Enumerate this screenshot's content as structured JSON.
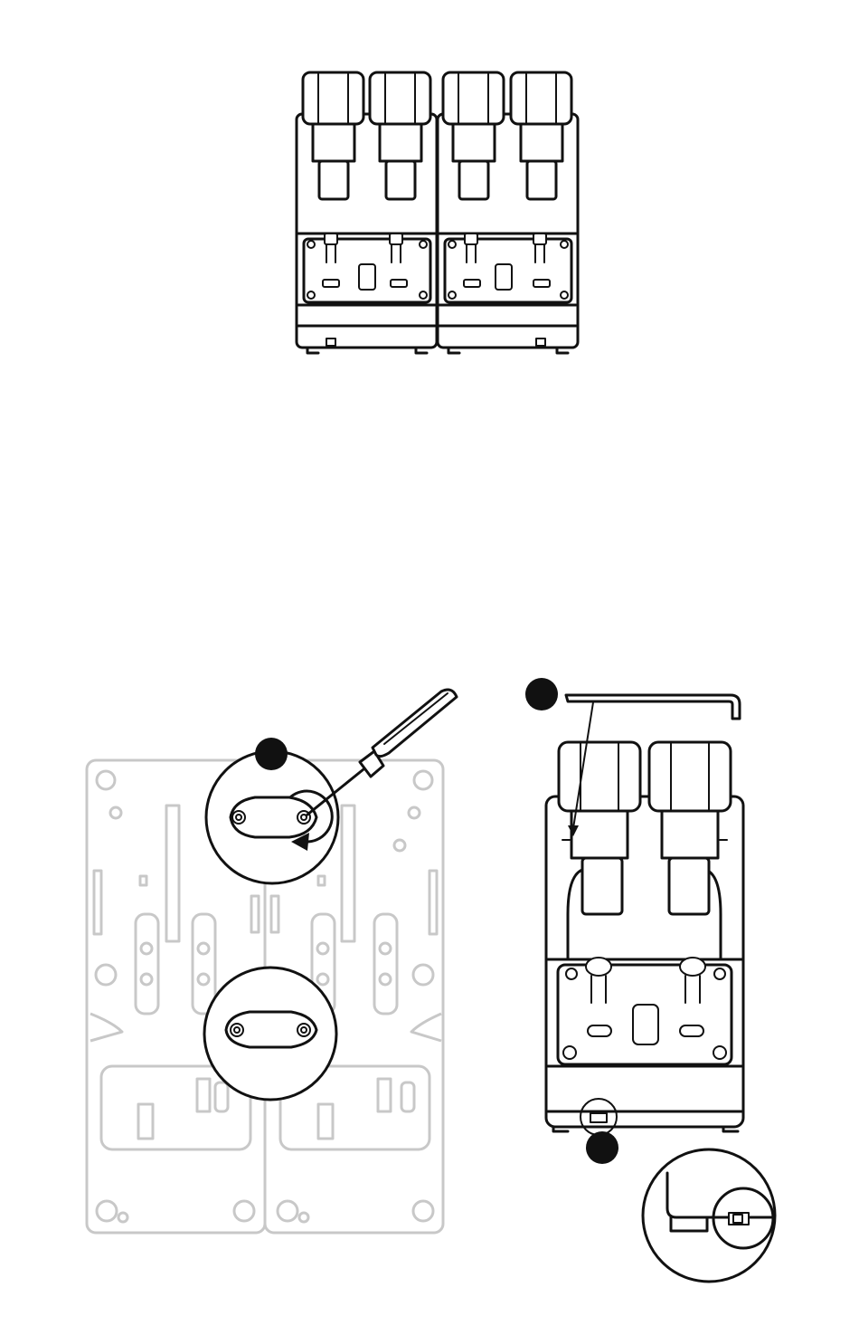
{
  "figures": [
    {
      "id": "top",
      "subject": "two-throttle-units-side-by-side"
    },
    {
      "id": "bottom-left",
      "subject": "underside-plates-with-screw-removal"
    },
    {
      "id": "bottom-right",
      "subject": "single-throttle-unit-with-hex-key"
    }
  ],
  "callouts": [
    "marker-1",
    "marker-2",
    "marker-3"
  ],
  "colors": {
    "line": "#111111",
    "faded": "#c8c8c8",
    "background": "#ffffff"
  }
}
